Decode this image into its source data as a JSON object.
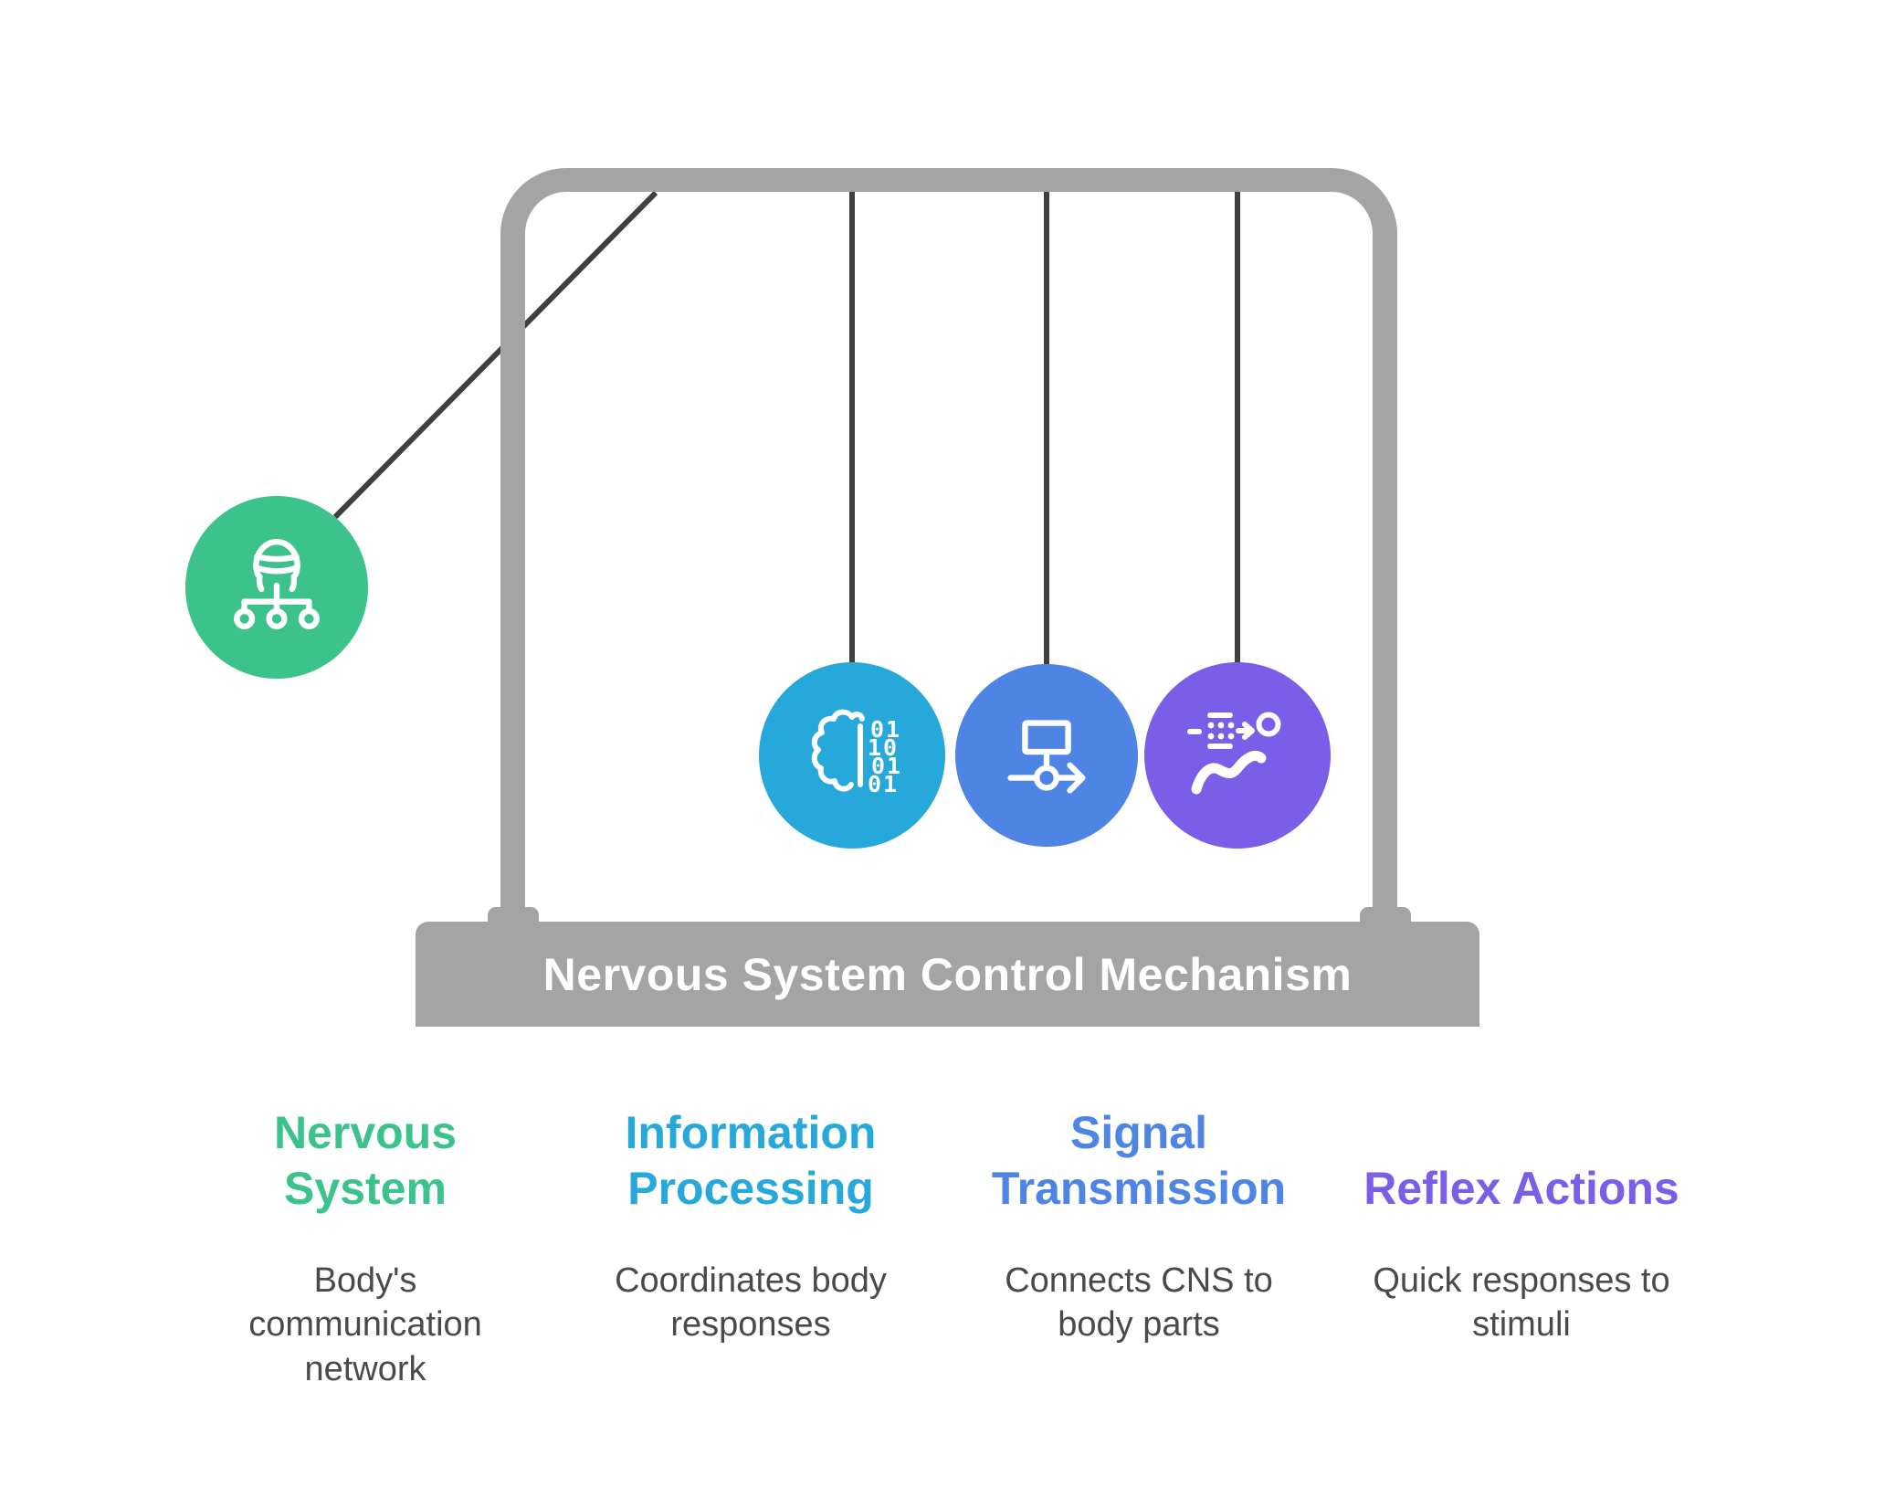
{
  "colors": {
    "frame_gray": "#A4A4A4",
    "string_dark": "#3F3F3F",
    "green": "#3CC28B",
    "teal": "#27A8DB",
    "blue": "#4E84E4",
    "purple": "#7A5EE8",
    "body_text": "#4A4A4A",
    "title_white": "#FFFFFF"
  },
  "base": {
    "title": "Nervous System Control Mechanism"
  },
  "pendulum": {
    "balls": [
      {
        "id": "nervous-system",
        "icon": "brain-network-icon",
        "color": "#3CC28B"
      },
      {
        "id": "information-processing",
        "icon": "brain-binary-icon",
        "color": "#27A8DB",
        "binary_rows": [
          "01",
          "10",
          "01",
          "01"
        ]
      },
      {
        "id": "signal-transmission",
        "icon": "flowchart-arrow-icon",
        "color": "#4E84E4"
      },
      {
        "id": "reflex-actions",
        "icon": "reflex-person-icon",
        "color": "#7A5EE8"
      }
    ]
  },
  "columns": [
    {
      "title": "Nervous System",
      "title_lines": [
        "Nervous",
        "System"
      ],
      "description": "Body's communication network",
      "desc_lines": [
        "Body's",
        "communication",
        "network"
      ],
      "color": "#3CC28B"
    },
    {
      "title": "Information Processing",
      "title_lines": [
        "Information",
        "Processing"
      ],
      "description": "Coordinates body responses",
      "desc_lines": [
        "Coordinates body",
        "responses"
      ],
      "color": "#27A8DB"
    },
    {
      "title": "Signal Transmission",
      "title_lines": [
        "Signal",
        "Transmission"
      ],
      "description": "Connects CNS to body parts",
      "desc_lines": [
        "Connects CNS to",
        "body parts"
      ],
      "color": "#4E84E4"
    },
    {
      "title": "Reflex Actions",
      "title_lines": [
        "Reflex Actions"
      ],
      "description": "Quick responses to stimuli",
      "desc_lines": [
        "Quick responses to",
        "stimuli"
      ],
      "color": "#7A5EE8"
    }
  ]
}
